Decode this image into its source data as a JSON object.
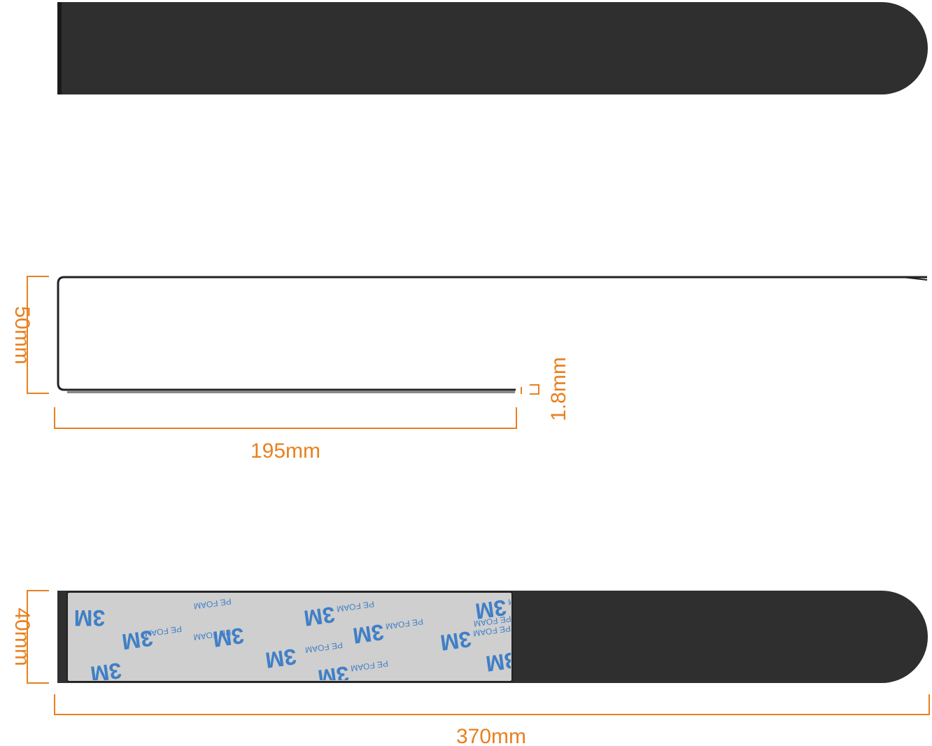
{
  "colors": {
    "bar": "#2f2f2f",
    "dimension": "#e8801f",
    "tape_paper": "#cfcfcf",
    "tape_print": "#3f7fc6"
  },
  "dimensions": {
    "height": "50mm",
    "length_side": "195mm",
    "thickness": "1.8mm",
    "width": "40mm",
    "total_length": "370mm"
  },
  "tape": {
    "brand": "3M",
    "product": "PE FOAM"
  }
}
